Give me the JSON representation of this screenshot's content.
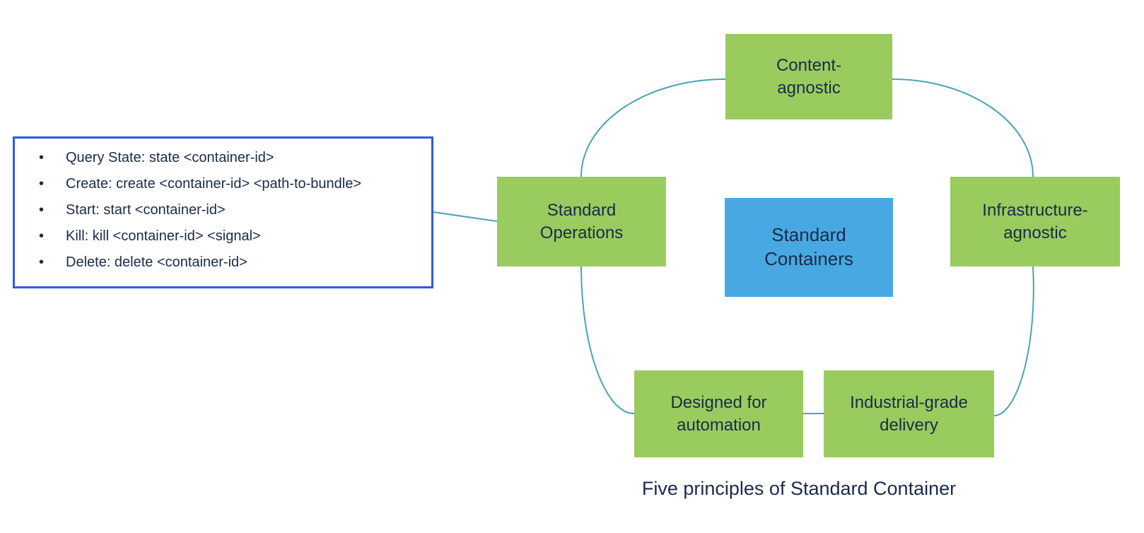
{
  "caption": "Five principles of Standard Container",
  "colors": {
    "green": "#9ACB5F",
    "blue": "#48A9E2",
    "teal": "#4BA3B4",
    "callout-border": "#2D5AE6",
    "text": "#1A2B49"
  },
  "center_box": {
    "label": "Standard Containers",
    "lines": [
      "Standard",
      "Containers"
    ]
  },
  "principles": [
    {
      "id": "content-agnostic",
      "label": "Content-agnostic",
      "lines": [
        "Content-",
        "agnostic"
      ]
    },
    {
      "id": "infrastructure-agnostic",
      "label": "Infrastructure-agnostic",
      "lines": [
        "Infrastructure-",
        "agnostic"
      ]
    },
    {
      "id": "standard-operations",
      "label": "Standard Operations",
      "lines": [
        "Standard",
        "Operations"
      ]
    },
    {
      "id": "designed-for-automation",
      "label": "Designed for automation",
      "lines": [
        "Designed for",
        "automation"
      ]
    },
    {
      "id": "industrial-grade-delivery",
      "label": "Industrial-grade delivery",
      "lines": [
        "Industrial-grade",
        "delivery"
      ]
    }
  ],
  "callout": {
    "items": [
      "Query State: state <container-id>",
      "Create: create <container-id> <path-to-bundle>",
      "Start: start <container-id>",
      "Kill: kill <container-id> <signal>",
      "Delete: delete <container-id>"
    ]
  }
}
